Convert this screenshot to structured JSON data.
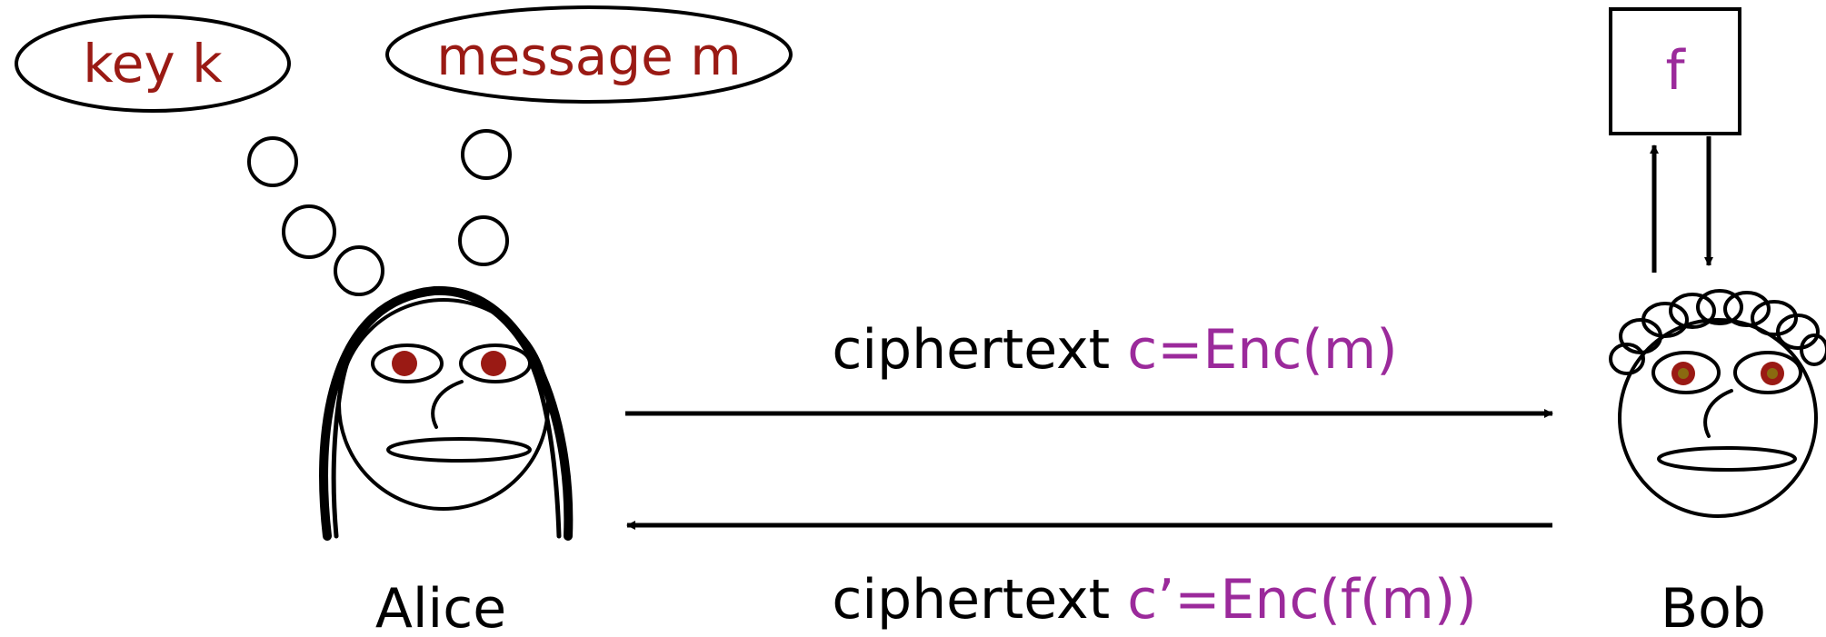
{
  "alice": {
    "name": "Alice",
    "thought_key": "key k",
    "thought_message": "message m"
  },
  "bob": {
    "name": "Bob",
    "function_box": "f"
  },
  "messages": {
    "forward_prefix": "ciphertext ",
    "forward_value": "c=Enc(m)",
    "backward_prefix": "ciphertext ",
    "backward_value": "c’=Enc(f(m))"
  },
  "colors": {
    "thought_text": "#9a1a14",
    "highlight": "#9b2a9b",
    "eyes": "#9a1a14",
    "bob_eye_inner": "#8a6a10"
  }
}
